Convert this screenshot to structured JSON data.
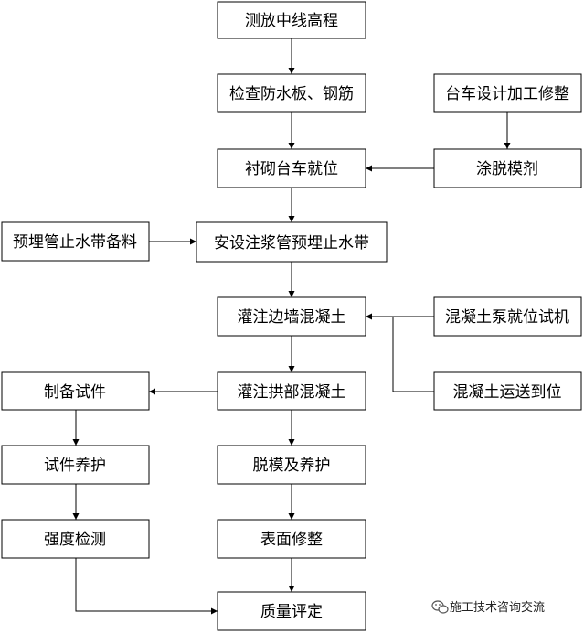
{
  "nodes": {
    "measure_centerline": "测放中线高程",
    "check_waterproof_rebar": "检查防水板、钢筋",
    "trolley_design": "台车设计加工修整",
    "lining_trolley_position": "衬砌台车就位",
    "apply_release_agent": "涂脱模剂",
    "prepare_waterstop": "预埋管止水带备料",
    "install_grout_waterstop": "安设注浆管预埋止水带",
    "pour_sidewall": "灌注边墙混凝土",
    "pump_position": "混凝土泵就位试机",
    "make_specimens": "制备试件",
    "pour_arch": "灌注拱部混凝土",
    "concrete_transport": "混凝土运送到位",
    "specimen_curing": "试件养护",
    "demold_curing": "脱模及养护",
    "strength_test": "强度检测",
    "surface_finish": "表面修整",
    "quality_assessment": "质量评定"
  },
  "watermark": {
    "icon": "wechat-icon",
    "text": "施工技术咨询交流"
  }
}
